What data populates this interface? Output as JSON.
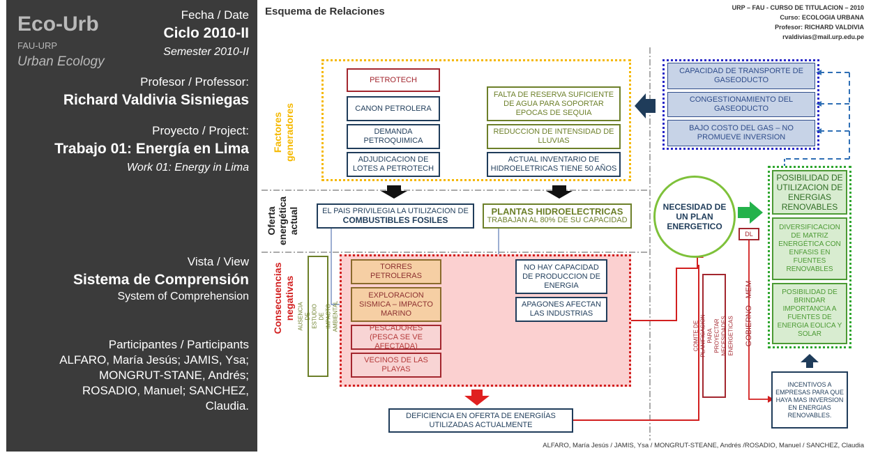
{
  "sidebar": {
    "logo": "Eco-Urb",
    "logo_sub1": "FAU-URP",
    "logo_sub2": "Urban Ecology",
    "date_label": "Fecha / Date",
    "cycle": "Ciclo 2010-II",
    "semester": "Semester 2010-II",
    "professor_label": "Profesor / Professor:",
    "professor": "Richard Valdivia Sisniegas",
    "project_label": "Proyecto / Project:",
    "project": "Trabajo 01: Energía en Lima",
    "project_en": "Work 01: Energy in Lima",
    "view_label": "Vista / View",
    "view": "Sistema de Comprensión",
    "view_en": "System of Comprehension",
    "participants_label": "Participantes / Participants",
    "participants": [
      "ALFARO, María Jesús; JAMIS, Ysa;",
      "MONGRUT-STANE, Andrés;",
      "ROSADIO, Manuel; SANCHEZ,",
      "Claudia."
    ]
  },
  "header": {
    "title": "Esquema de Relaciones",
    "info": [
      "URP – FAU - CURSO DE TITULACION – 2010",
      "Curso: ECOLOGIA URBANA",
      "Profesor: RICHARD VALDIVIA",
      "rvaldivias@mail.urp.edu.pe"
    ]
  },
  "footer": "ALFARO, María Jesús / JAMIS, Ysa / MONGRUT-STEANE, Andrés /ROSADIO, Manuel / SANCHEZ, Claudia",
  "sections": {
    "factores": [
      "Factores",
      "generadores"
    ],
    "oferta": [
      "Oferta",
      "energética",
      "actual"
    ],
    "consecuencias": [
      "Consecuencias",
      "negativas"
    ]
  },
  "boxes": {
    "petrotech": "PETROTECH",
    "canon": "CANON PETROLERA",
    "demanda": "DEMANDA PETROQUIMICA",
    "adjudicacion": "ADJUDICACION DE LOTES A PETROTECH",
    "falta": "FALTA DE RESERVA SUFICIENTE DE AGUA PARA SOPORTAR EPOCAS DE SEQUIA",
    "reduccion": "REDUCCION DE INTENSIDAD DE LLUVIAS",
    "inventario": "ACTUAL INVENTARIO DE HIDROELETRICAS TIENE 50 AÑOS",
    "pais_line1": "EL PAIS PRIVILEGIA LA UTILIZACION DE",
    "pais_line2": "COMBUSTIBLES FOSILES",
    "plantas_line1": "PLANTAS HIDROELECTRICAS",
    "plantas_line2": "TRABAJAN AL 80% DE SU CAPACIDAD",
    "ausencia": "AUSENCIA DE ESTUDIO DE IMPACTO AMBIENTAL",
    "torres": "TORRES PETROLERAS",
    "exploracion": "EXPLORACION SISMICA – IMPACTO MARINO",
    "pescadores": "PESCADORES (PESCA SE VE AFECTADA)",
    "vecinos": "VECINOS DE LAS PLAYAS",
    "nohay": "NO HAY CAPACIDAD DE PRODUCCION DE ENERGIA",
    "apagones": "APAGONES AFECTAN LAS INDUSTRIAS",
    "deficiencia": "DEFICIENCIA EN OFERTA DE ENERGIÍAS UTILIZADAS ACTUALMENTE",
    "capacidad": "CAPACIDAD DE TRANSPORTE DE GASEODUCTO",
    "congestionamiento": "CONGESTIONAMIENTO DEL GASEODUCTO",
    "bajo": "BAJO COSTO DEL GAS – NO PROMUEVE INVERSION",
    "necesidad": "NECESIDAD DE UN PLAN ENERGETICO",
    "dl": "DL",
    "comite": "COMITE DE PLANIFICACION PARA PROYECTAR NECESIDADES ENERGETICAS",
    "gobierno": "GOBIERNO - MEM",
    "posibilidad": "POSIBILIDAD DE UTILIZACION DE ENERGIAS RENOVABLES",
    "diversificacion": "DIVERSIFICACION DE MATRIZ ENERGÉTICA CON ENFASIS EN FUENTES RENOVABLES",
    "brindar": "POSIBILIDAD DE BRINDAR IMPORTANCIA A FUENTES DE ENERGIA EOLICA Y SOLAR",
    "incentivos": "INCENTIVOS A EMPRESAS PARA QUE HAYA MAS INVERSION EN ENERGIAS RENOVABLES."
  },
  "colors": {
    "sidebar_bg": "#3b3b3b",
    "factores_yellow": "#f5b800",
    "consecuencias_red": "#d21f1f",
    "navy": "#1f3c5a",
    "green": "#4c9a34",
    "blue": "#2f4c8a"
  }
}
